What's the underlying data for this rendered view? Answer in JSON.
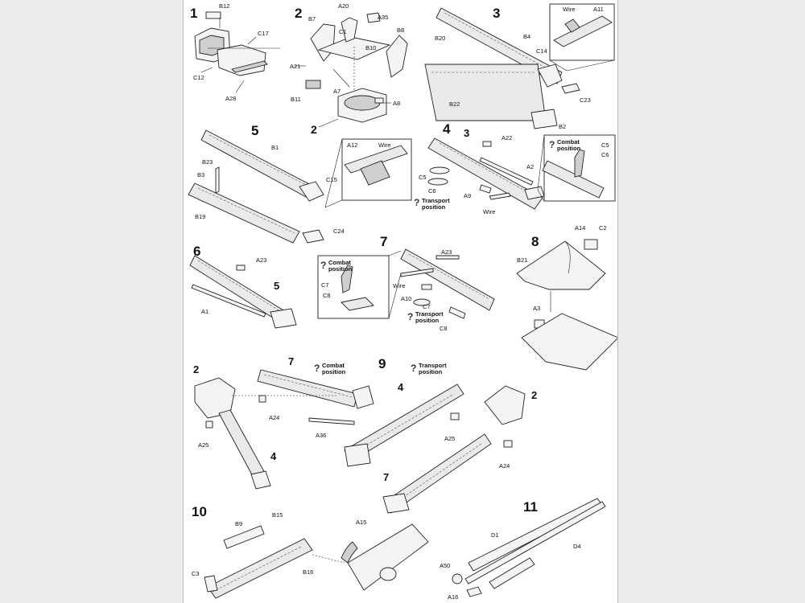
{
  "steps": [
    "1",
    "2",
    "3",
    "4",
    "5",
    "6",
    "7",
    "8",
    "9",
    "10",
    "11"
  ],
  "step1": {
    "labels": [
      "B12",
      "C17",
      "C12",
      "A28"
    ]
  },
  "step2": {
    "labels": [
      "A20",
      "A35",
      "B7",
      "C1",
      "B8",
      "A21",
      "B10",
      "B11",
      "A7",
      "A8",
      "2"
    ]
  },
  "step3": {
    "labels": [
      "B20",
      "B4",
      "C14",
      "B22",
      "C23",
      "B2",
      "Wire",
      "A11"
    ]
  },
  "step4": {
    "labels": [
      "3",
      "A22",
      "A2",
      "C5",
      "C6",
      "A9",
      "Wire",
      "C5",
      "C6"
    ],
    "transport": "Transport\nposition",
    "combat": "Combat\nposition"
  },
  "step5": {
    "labels": [
      "B1",
      "B23",
      "B3",
      "C15",
      "B19",
      "C24",
      "A12",
      "Wire"
    ]
  },
  "step6": {
    "labels": [
      "A23",
      "5",
      "A1"
    ]
  },
  "step7": {
    "labels": [
      "A23",
      "Wire",
      "A10",
      "C7",
      "C8",
      "C7",
      "C8"
    ],
    "combat": "Combat\nposition",
    "transport": "Transport\nposition"
  },
  "step8": {
    "labels": [
      "A14",
      "C2",
      "B21",
      "A3"
    ]
  },
  "step7b": {
    "labels": [
      "2",
      "7",
      "A24",
      "A25",
      "A36",
      "4"
    ],
    "combat": "Combat\nposition"
  },
  "step9": {
    "labels": [
      "4",
      "2",
      "A25",
      "A24",
      "7"
    ],
    "transport": "Transport\nposition"
  },
  "step10": {
    "labels": [
      "B9",
      "B15",
      "A15",
      "C3",
      "B16"
    ]
  },
  "step11": {
    "labels": [
      "D1",
      "D4",
      "A50",
      "A16"
    ]
  },
  "icons": [
    "question-icon"
  ]
}
